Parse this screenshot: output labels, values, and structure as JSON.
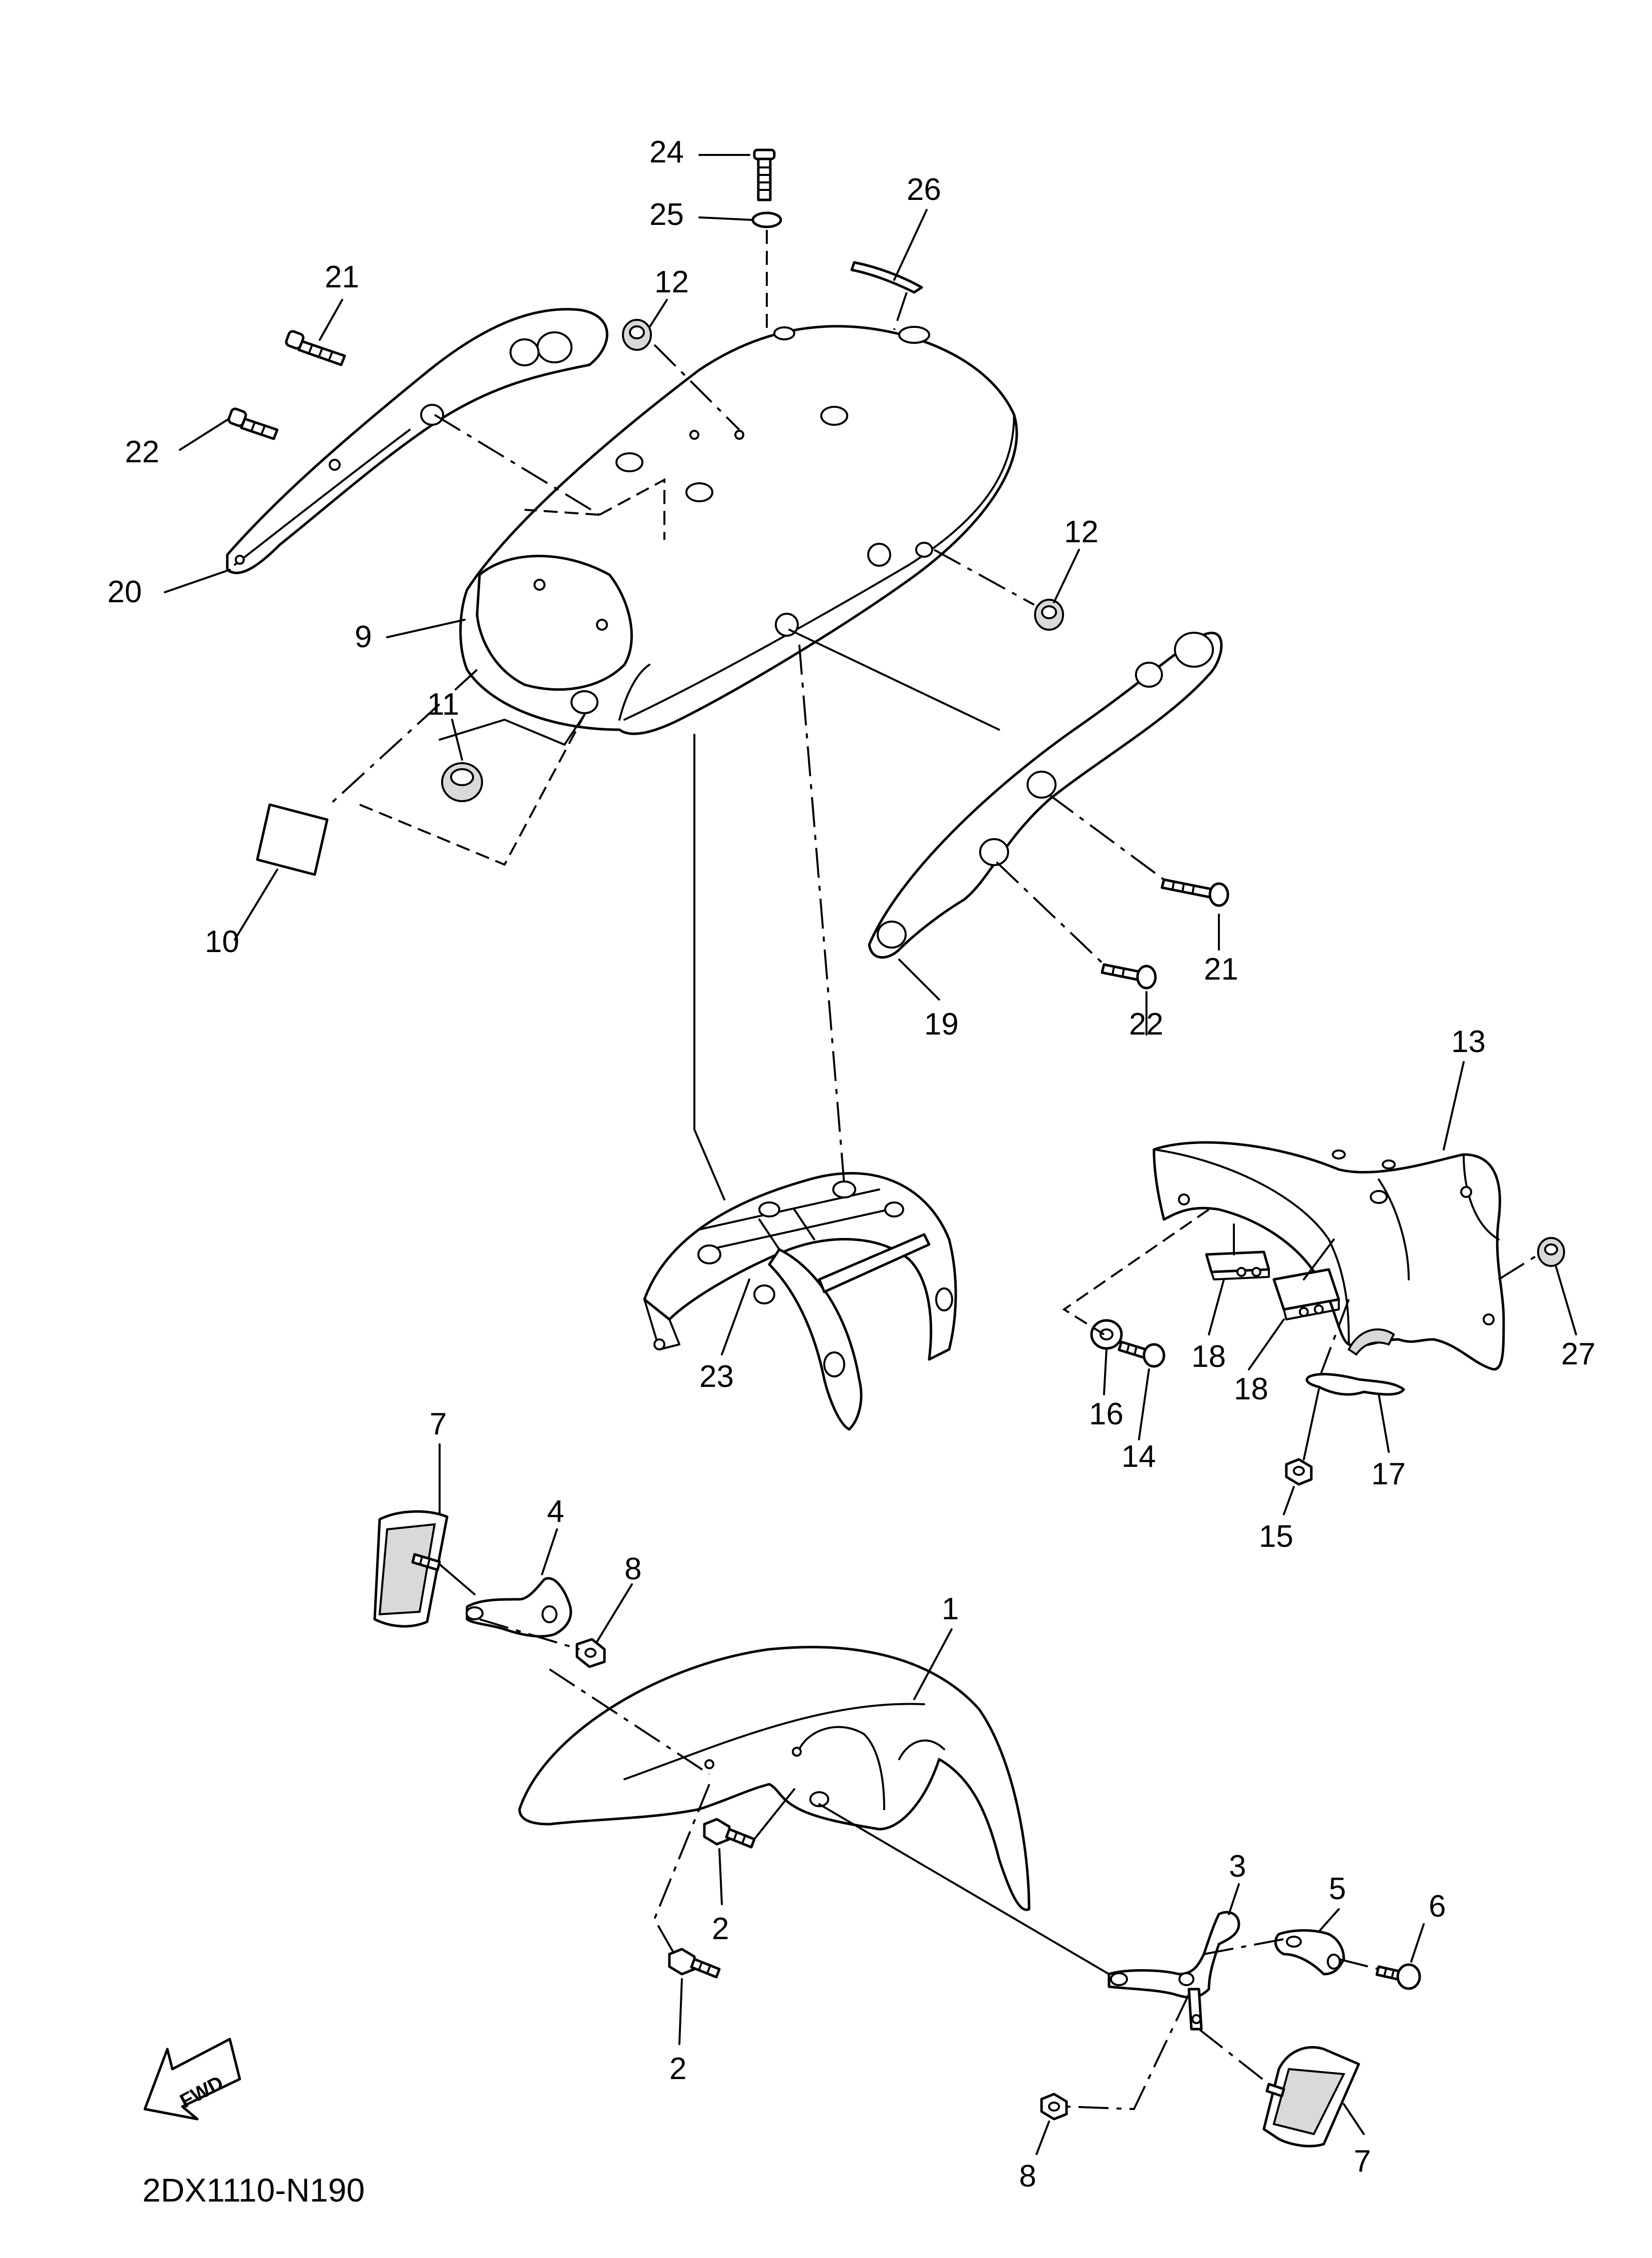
{
  "diagram": {
    "code": "2DX1110-N190",
    "fwd_label": "FWD",
    "callouts": {
      "c1": "1",
      "c2a": "2",
      "c2b": "2",
      "c3": "3",
      "c4": "4",
      "c5": "5",
      "c6": "6",
      "c7a": "7",
      "c7b": "7",
      "c8a": "8",
      "c8b": "8",
      "c9": "9",
      "c10": "10",
      "c11": "11",
      "c12a": "12",
      "c12b": "12",
      "c13": "13",
      "c14": "14",
      "c15": "15",
      "c16": "16",
      "c17": "17",
      "c18a": "18",
      "c18b": "18",
      "c19": "19",
      "c20": "20",
      "c21a": "21",
      "c21b": "21",
      "c22a": "22",
      "c22b": "22",
      "c23": "23",
      "c24": "24",
      "c25": "25",
      "c26": "26",
      "c27": "27"
    }
  }
}
